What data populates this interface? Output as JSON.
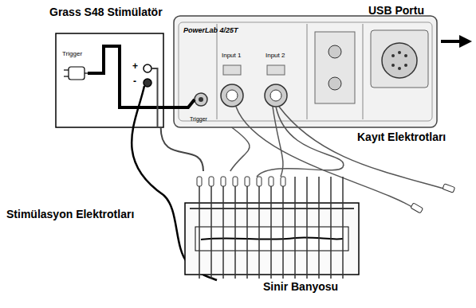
{
  "diagram": {
    "nodes": [
      {
        "text": [
          "Grass S48 Stimülatör",
          "Trigger",
          "+",
          "-"
        ]
      },
      {
        "text": [
          "PowerLab 4/25T",
          "Input 1",
          "Input 2",
          "Trigger"
        ]
      },
      {
        "text": [
          "Sinir Banyosu"
        ]
      }
    ],
    "edges": [
      {
        "from": 0,
        "to": 1,
        "arrow": "none"
      },
      {
        "from": 0,
        "to": 2,
        "arrow": "none"
      },
      {
        "from": 1,
        "to": 2,
        "arrow": "none"
      }
    ],
    "labels": [
      "USB Portu",
      "Kayıt Elektrotları",
      "Stimülasyon Elektrotları"
    ]
  }
}
